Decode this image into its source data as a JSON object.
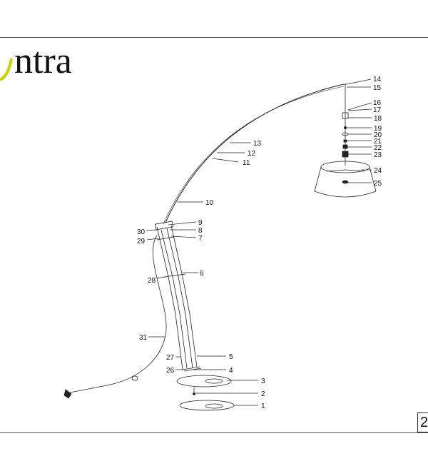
{
  "logo": {
    "text": "ntra"
  },
  "page_number": "2",
  "parts": {
    "p1": "1",
    "p2": "2",
    "p3": "3",
    "p4": "4",
    "p5": "5",
    "p6": "6",
    "p7": "7",
    "p8": "8",
    "p9": "9",
    "p10": "10",
    "p11": "11",
    "p12": "12",
    "p13": "13",
    "p14": "14",
    "p15": "15",
    "p16": "16",
    "p17": "17",
    "p18": "18",
    "p19": "19",
    "p20": "20",
    "p21": "21",
    "p22": "22",
    "p23": "23",
    "p24": "24",
    "p25": "25",
    "p26": "26",
    "p27": "27",
    "p28": "28",
    "p29": "29",
    "p30": "30",
    "p31": "31"
  },
  "colors": {
    "logo_arc": "#c8d400",
    "lines": "#222222"
  }
}
